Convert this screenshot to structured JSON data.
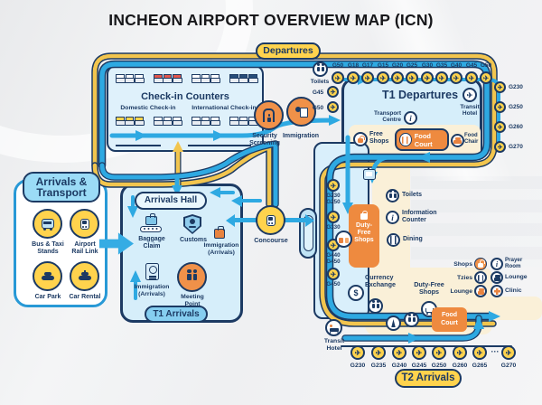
{
  "title": "INCHEON AIRPORT OVERVIEW MAP (ICN)",
  "legend": {
    "departures": "Departures",
    "t2_arrivals": "T2 Arrivals"
  },
  "icons": {
    "plane": "✈",
    "info": "i",
    "dollar": "$"
  },
  "colors": {
    "navy": "#1C3A63",
    "route_blue": "#2EA9E2",
    "route_yellow": "#F2C54E",
    "gate_yellow": "#FFD34D",
    "orange": "#EE8A3F",
    "cream": "#FAF0D8"
  },
  "checkin": {
    "title": "Check-in Counters",
    "domestic": "Domestic Check-in",
    "international": "International Check-in"
  },
  "security": {
    "screening": "Security Screening",
    "immigration": "Immigration"
  },
  "t1dep": {
    "title": "T1 Departures",
    "toilets": "Toilets",
    "transport_centre": "Transport Centre",
    "transit_hotel": "Transit Hotel",
    "free_shops": "Free Shops",
    "food_court": "Food Court",
    "food_chair": "Food Chair",
    "top_gates": [
      "G50",
      "G18",
      "G17",
      "G15",
      "G20",
      "G25",
      "G30",
      "G35",
      "G40",
      "G45",
      "G50"
    ],
    "left_gates": [
      "G45",
      "G50"
    ],
    "right_gates": [
      "G230",
      "G250",
      "G260",
      "G270"
    ]
  },
  "strip": {
    "gates": [
      {
        "l1": "G230",
        "l2": "G250"
      },
      {
        "l1": "G330",
        "l2": ""
      },
      {
        "l1": "G440",
        "l2": "G450"
      },
      {
        "l1": "G450",
        "l2": ""
      }
    ]
  },
  "concourse": {
    "label": "Concourse"
  },
  "mid": {
    "duty_free": "Duty-Free Shops",
    "toilets": "Toilets",
    "information": "Information Counter",
    "dining": "Dining",
    "currency": "Currency Exchange",
    "transit_hotel": "Transit Hotel"
  },
  "t2": {
    "duty_free": "Duty-Free Shops",
    "food_court": "Food Court",
    "dots": "···",
    "gates": [
      "G230",
      "G235",
      "G240",
      "G245",
      "G250",
      "G260",
      "G265",
      "G270"
    ]
  },
  "amenities": {
    "shops": "Shops",
    "prayer_room": "Prayer Room",
    "tzies": "Tzies",
    "lounge_a": "Lounge",
    "lounge_b": "Lounge",
    "clinic": "Clinic"
  },
  "transport": {
    "title_line1": "Arrivals &",
    "title_line2": "Transport",
    "items": [
      "Bus & Taxi Stands",
      "Airport Rail Link",
      "Car Park",
      "Car Rental"
    ]
  },
  "hall": {
    "title": "Arrivals Hall",
    "t1_pill": "T1 Arrivals",
    "baggage": "Baggage Claim",
    "customs": "Customs",
    "immigration_right": "Immigration (Arrivals)",
    "immigration_left": "Immigration (Arrivals)",
    "meeting": "Meeting Point"
  }
}
